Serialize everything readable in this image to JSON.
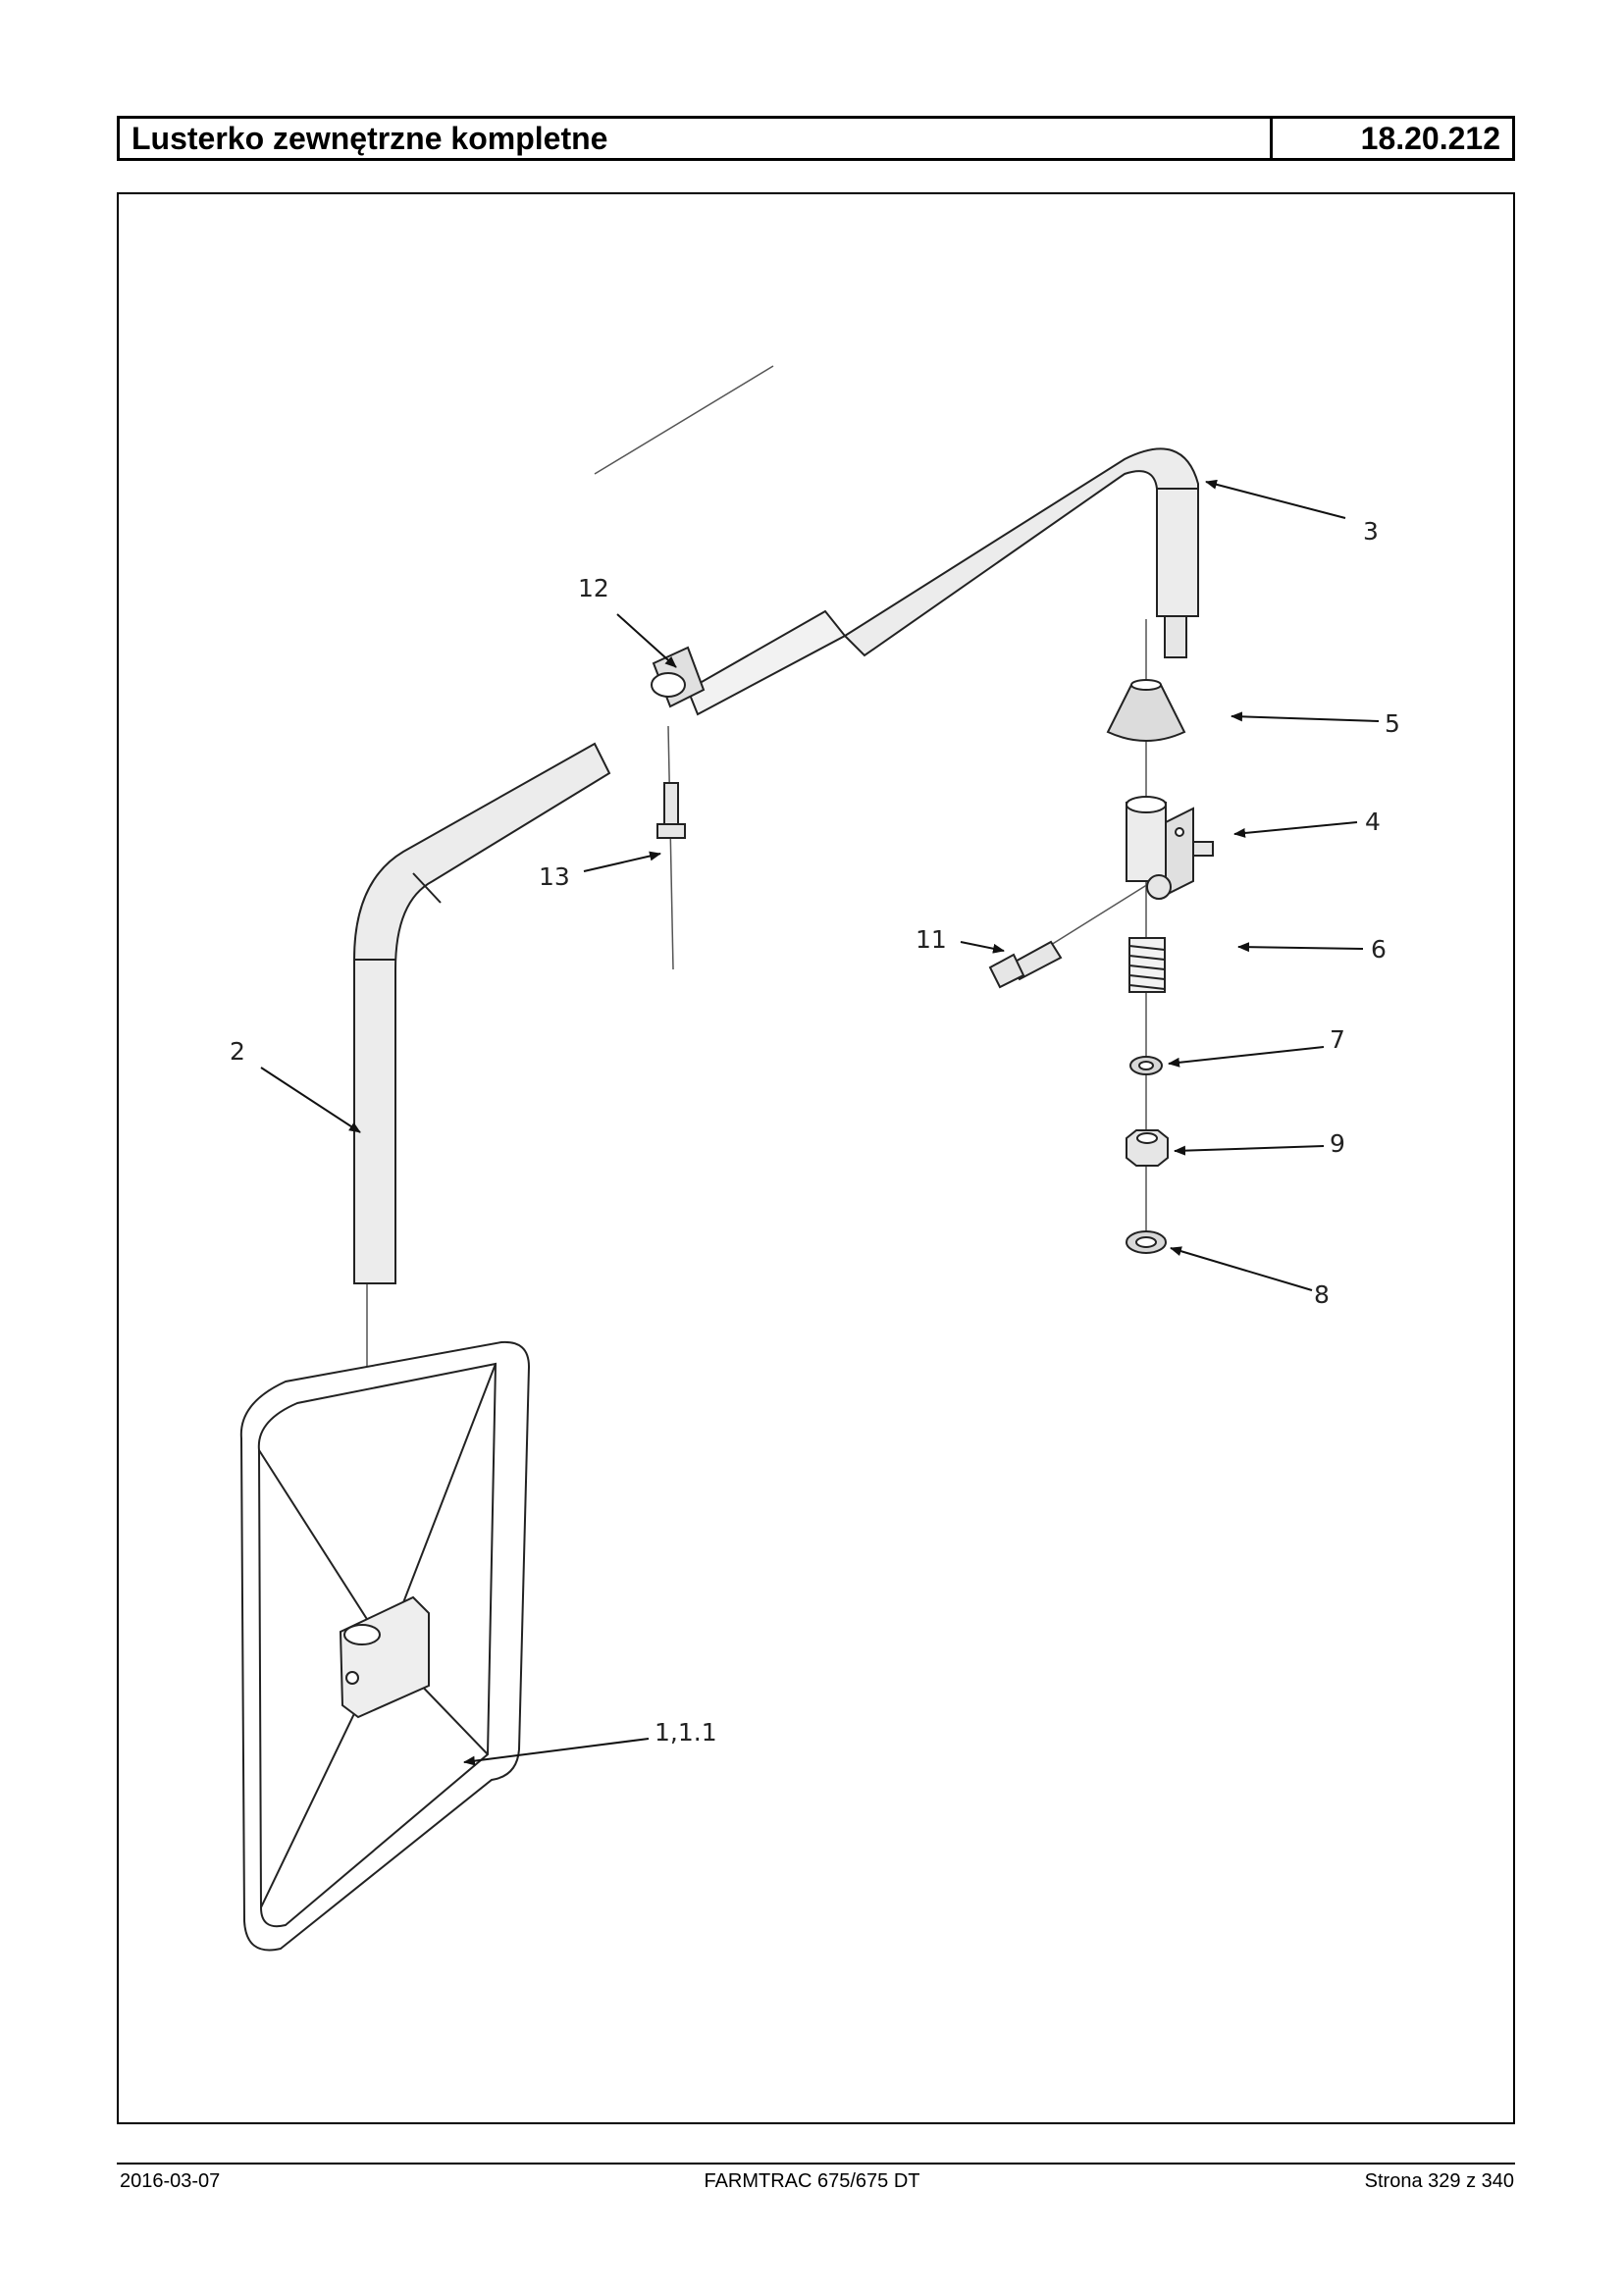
{
  "header": {
    "title": "Lusterko zewnętrzne kompletne",
    "code": "18.20.212"
  },
  "callouts": {
    "c3": "3",
    "c12": "12",
    "c5": "5",
    "c4": "4",
    "c13": "13",
    "c11": "11",
    "c6": "6",
    "c2": "2",
    "c7": "7",
    "c9": "9",
    "c8": "8",
    "c1": "1,1.1"
  },
  "footer": {
    "date": "2016-03-07",
    "model": "FARMTRAC 675/675 DT",
    "page": "Strona 329 z 340"
  }
}
